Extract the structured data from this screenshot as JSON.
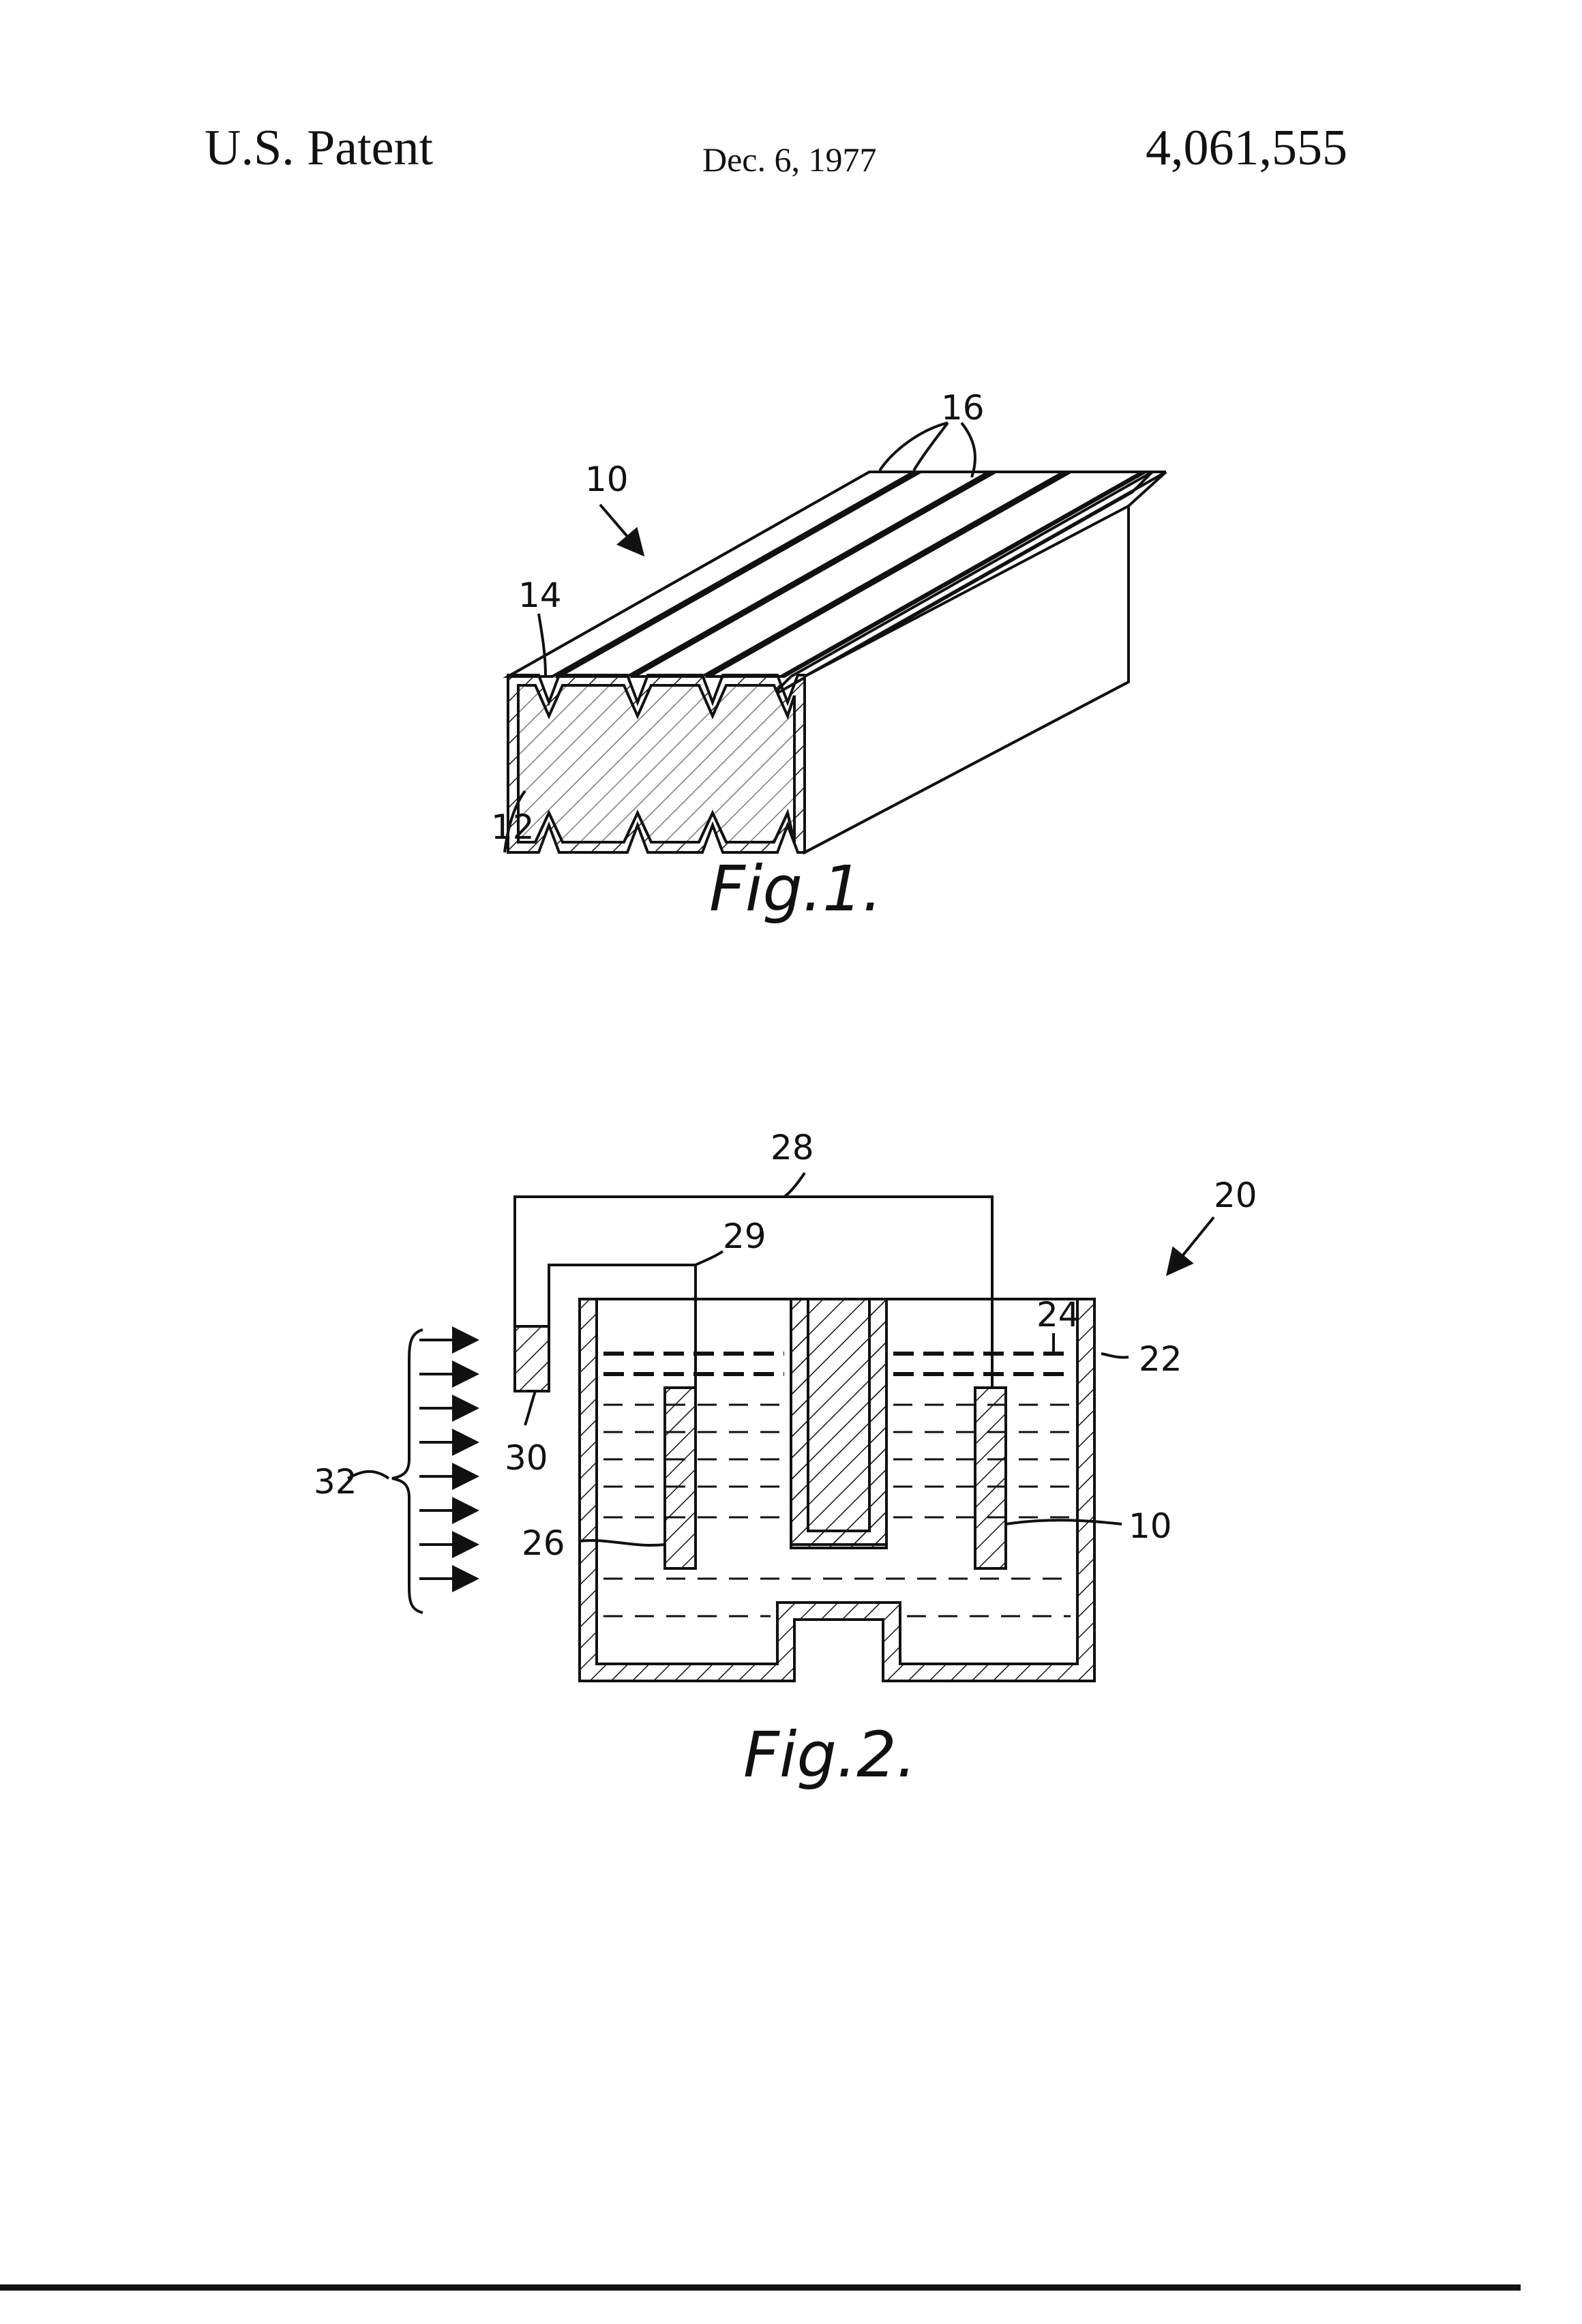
{
  "header": {
    "left": "U.S. Patent",
    "date": "Dec. 6, 1977",
    "number": "4,061,555"
  },
  "fig1": {
    "caption": "Fig.1.",
    "labels": {
      "device": "10",
      "grooves": "16",
      "coating": "14",
      "substrate": "12"
    }
  },
  "fig2": {
    "caption": "Fig.2.",
    "labels": {
      "circuit": "28",
      "cell": "20",
      "lead": "29",
      "electrolyte": "24",
      "vessel": "22",
      "counter_electrode": "30",
      "light": "32",
      "electrode_a": "26",
      "electrode_b": "10"
    }
  }
}
